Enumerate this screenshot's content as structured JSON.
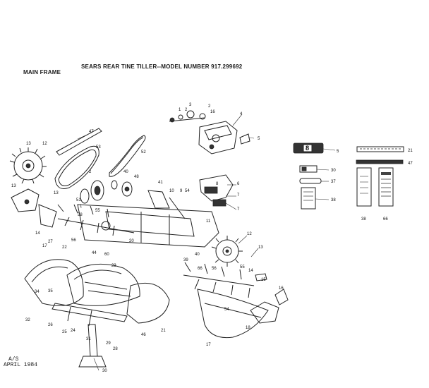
{
  "header": {
    "title": "SEARS REAR TINE TILLER--MODEL NUMBER 917.299692",
    "section": "MAIN FRAME"
  },
  "footer": {
    "code": "A/S",
    "date": "APRIL 1984"
  },
  "decals": {
    "badge_text": "8",
    "refs": [
      "5",
      "21",
      "47",
      "30",
      "37",
      "38",
      "38",
      "66"
    ]
  },
  "callouts": [
    "1",
    "2",
    "3",
    "2",
    "16",
    "4",
    "5",
    "47",
    "53",
    "52",
    "13",
    "12",
    "13",
    "2",
    "40",
    "48",
    "41",
    "10",
    "9",
    "54",
    "6",
    "7",
    "7",
    "11",
    "13",
    "1",
    "51",
    "58",
    "55",
    "20",
    "17",
    "27",
    "14",
    "56",
    "44",
    "60",
    "23",
    "22",
    "34",
    "35",
    "32",
    "26",
    "25",
    "24",
    "28",
    "31",
    "29",
    "30",
    "21",
    "46",
    "39",
    "40",
    "8",
    "12",
    "13",
    "14",
    "15",
    "16",
    "18",
    "17",
    "55",
    "56",
    "66",
    "54"
  ],
  "colors": {
    "ink": "#222222",
    "paper": "#ffffff"
  }
}
